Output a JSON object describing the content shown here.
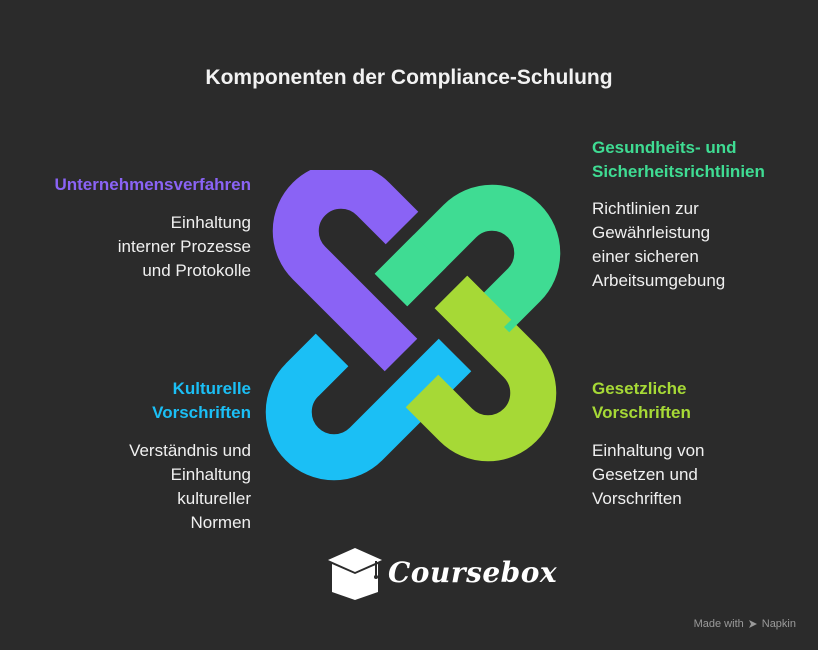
{
  "title": "Komponenten der Compliance-Schulung",
  "colors": {
    "background": "#2b2b2b",
    "purple": "#8a63f5",
    "green": "#3fdc93",
    "blue": "#1bbff5",
    "lime": "#a6d936"
  },
  "components": {
    "top_left": {
      "heading": "Unternehmensverfahren",
      "description": "Einhaltung\ninterner Prozesse\nund Protokolle",
      "color": "#8a63f5"
    },
    "top_right": {
      "heading": "Gesundheits- und\nSicherheitsrichtlinien",
      "description": "Richtlinien zur\nGewährleistung\neiner sicheren\nArbeitsumgebung",
      "color": "#3fdc93"
    },
    "bottom_left": {
      "heading": "Kulturelle\nVorschriften",
      "description": "Verständnis und\nEinhaltung\nkultureller\nNormen",
      "color": "#1bbff5"
    },
    "bottom_right": {
      "heading": "Gesetzliche\nVorschriften",
      "description": "Einhaltung von\nGesetzen und\nVorschriften",
      "color": "#a6d936"
    }
  },
  "logo": {
    "text": "Coursebox",
    "icon": "graduation-cap-icon"
  },
  "footer": {
    "made_with": "Made with",
    "brand": "Napkin",
    "icon": "napkin-icon"
  }
}
